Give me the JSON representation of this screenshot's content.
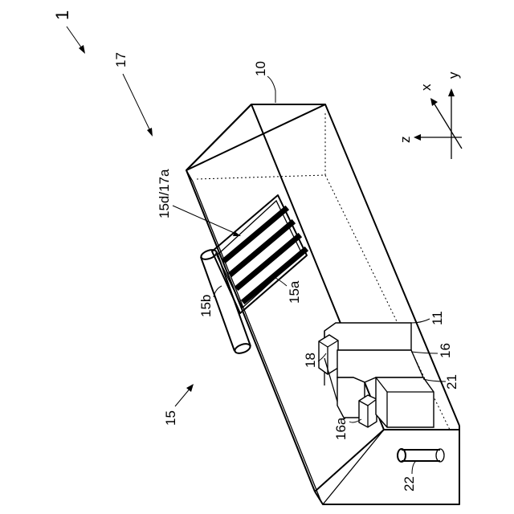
{
  "labels": {
    "device": "1",
    "dir_arrow": "17",
    "housing": "10",
    "window": "15d/17a",
    "plate": "15a",
    "roller": "15b",
    "unit15": "15",
    "comp11": "11",
    "comp16": "16",
    "comp18": "18",
    "comp16a": "16a",
    "comp21": "21",
    "comp22": "22"
  },
  "axes": {
    "x": "x",
    "y": "y",
    "z": "z"
  }
}
